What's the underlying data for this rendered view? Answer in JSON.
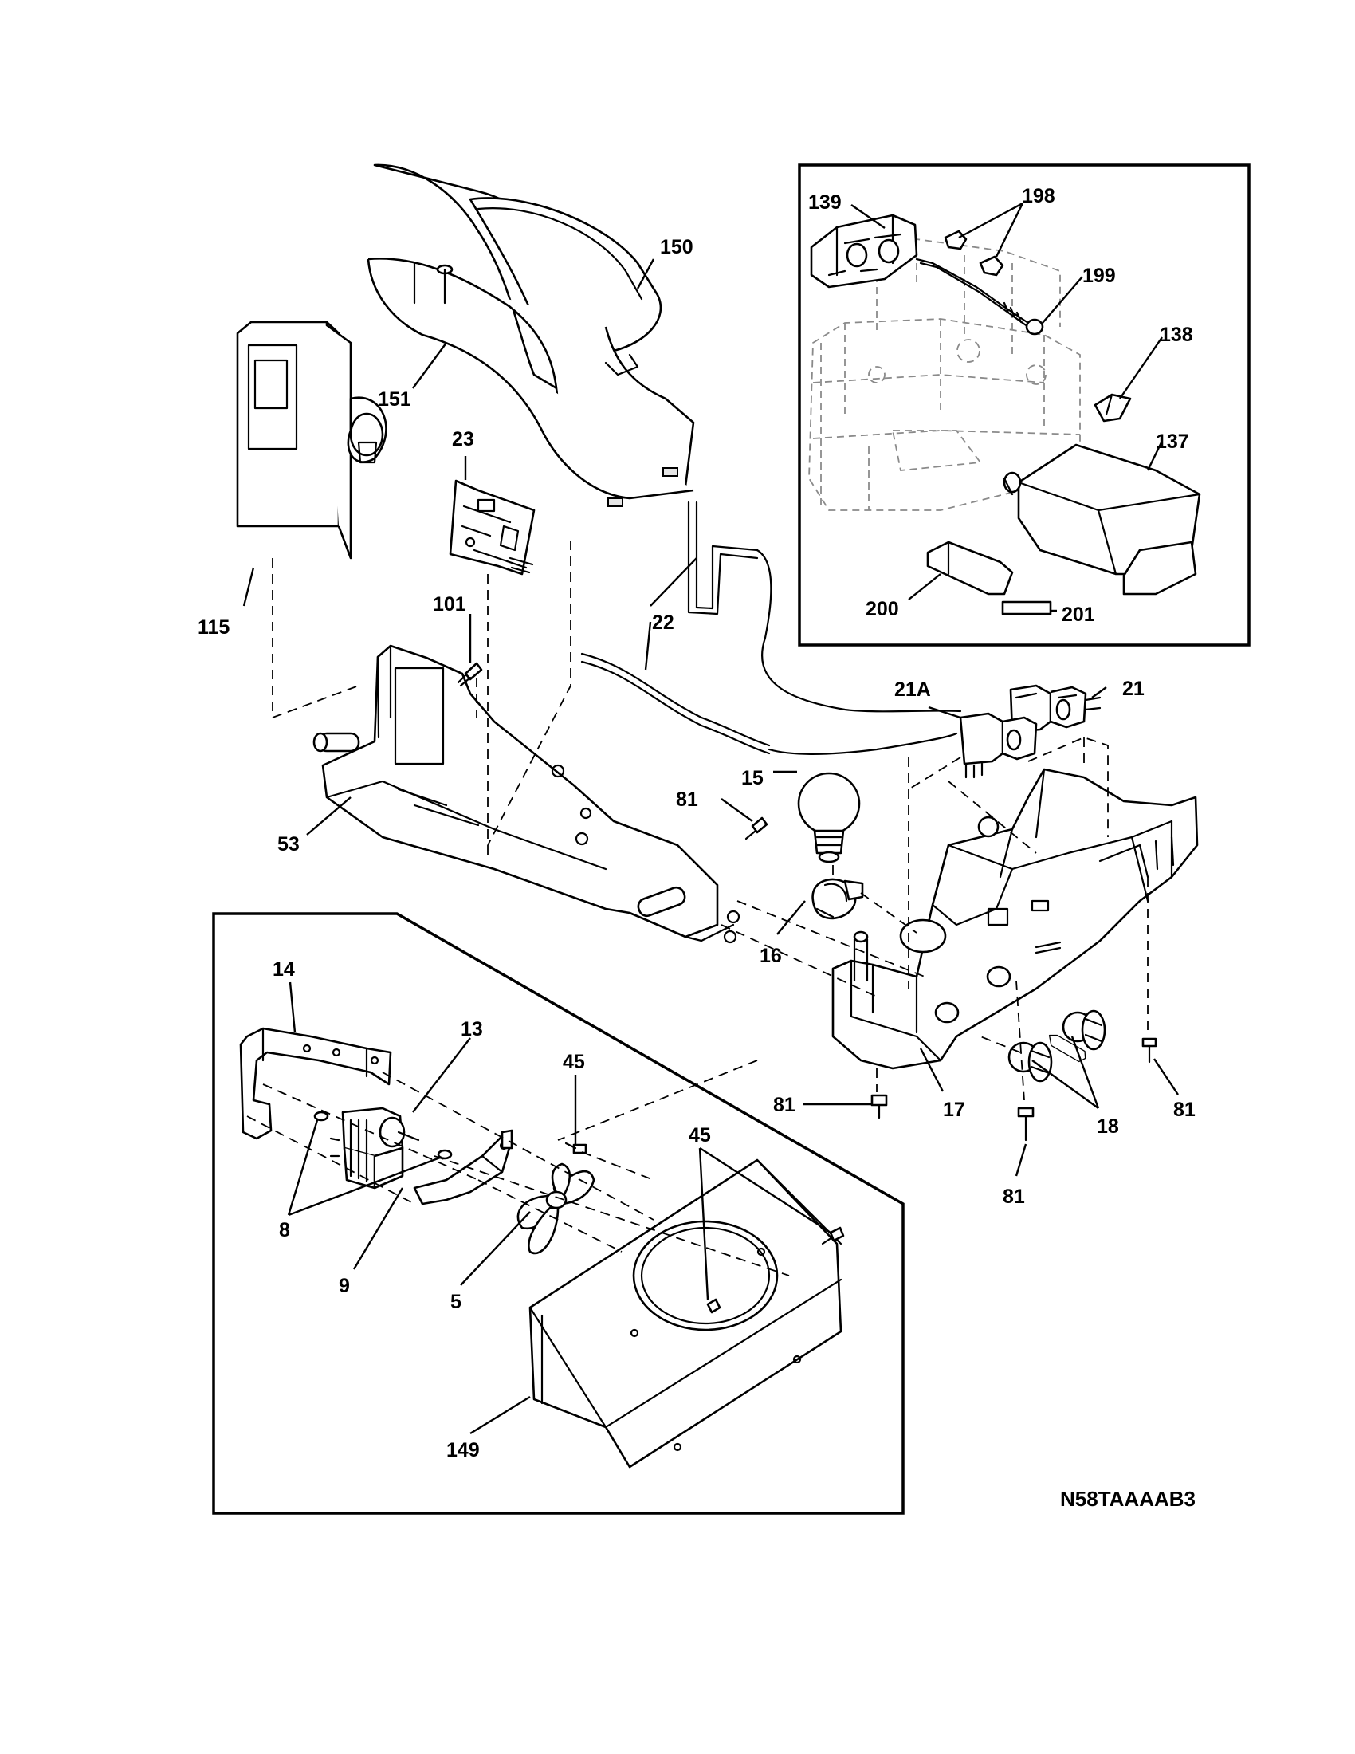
{
  "diagram": {
    "id_code": "N58TAAAAB3",
    "callouts": {
      "c150": "150",
      "c151": "151",
      "c23": "23",
      "c115": "115",
      "c101": "101",
      "c22": "22",
      "c53": "53",
      "c81a": "81",
      "c15": "15",
      "c16": "16",
      "c21a": "21A",
      "c21": "21",
      "c17": "17",
      "c18": "18",
      "c81b": "81",
      "c81c": "81",
      "c81d": "81",
      "c139": "139",
      "c198": "198",
      "c199": "199",
      "c138": "138",
      "c137": "137",
      "c200": "200",
      "c201": "201",
      "c14": "14",
      "c13": "13",
      "c45a": "45",
      "c45b": "45",
      "c8": "8",
      "c9": "9",
      "c5": "5",
      "c149": "149"
    }
  }
}
